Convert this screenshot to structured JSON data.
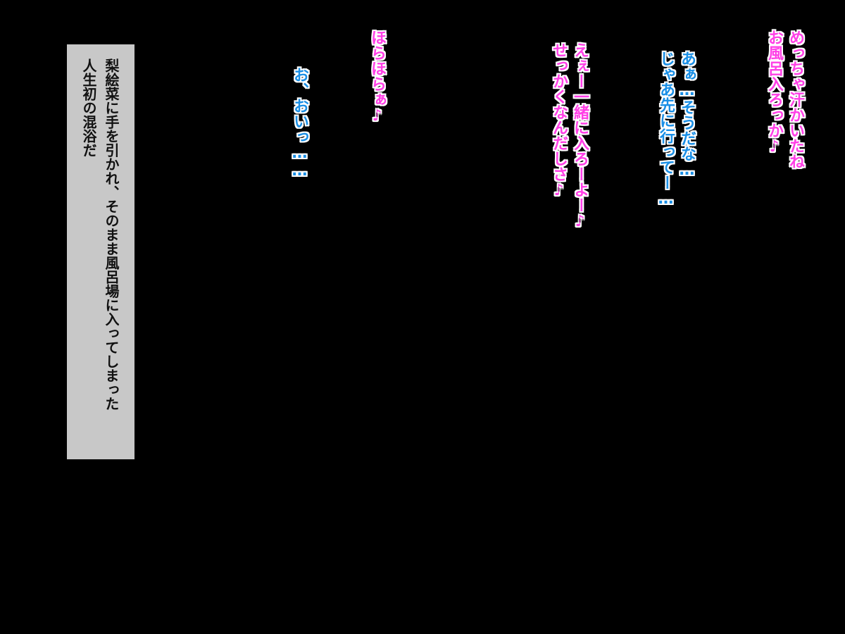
{
  "dialogue": [
    {
      "speaker": "girl",
      "lines": [
        "めっちゃ汗かいたね",
        "お風呂入ろっか♪"
      ]
    },
    {
      "speaker": "boy",
      "lines": [
        "あぁ…そうだな…",
        "じゃあ先に行ってー…"
      ]
    },
    {
      "speaker": "girl",
      "lines": [
        "えぇー一緒に入ろーよー♪",
        "せっかくなんだしさ♪"
      ]
    },
    {
      "speaker": "girl",
      "lines": [
        "ほらほらぁ♪"
      ]
    },
    {
      "speaker": "boy",
      "lines": [
        "お、おいっ……"
      ]
    }
  ],
  "narration": {
    "lines": [
      "梨絵菜に手を引かれ、そのまま風呂場に入ってしまった",
      "人生初の混浴だ"
    ]
  },
  "colors": {
    "background": "#000000",
    "girl_text": "#ff3fe6",
    "boy_text": "#1a8fe6",
    "narration_box": "#c8c8c8",
    "narration_text": "#111111"
  }
}
